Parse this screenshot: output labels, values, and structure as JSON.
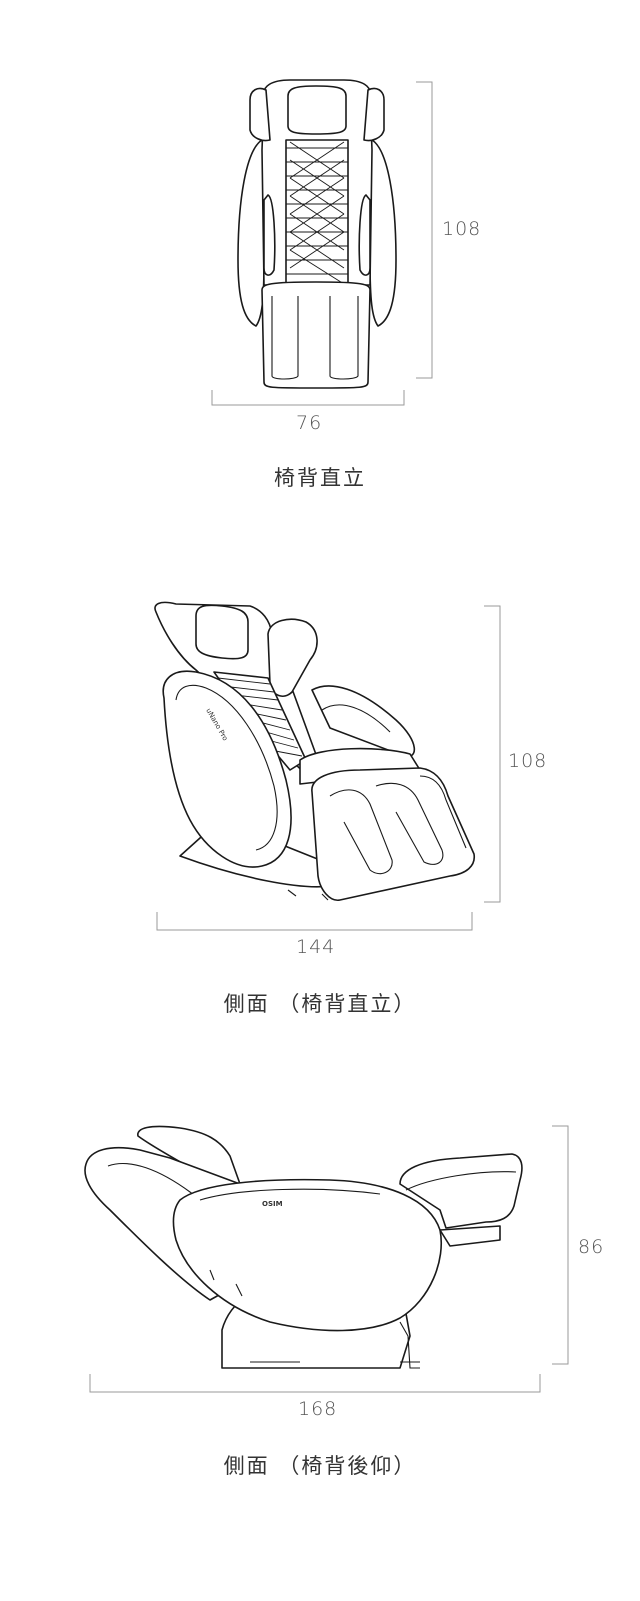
{
  "views": [
    {
      "id": "front",
      "width_label": "76",
      "height_label": "108",
      "caption": "椅背直立"
    },
    {
      "id": "side-upright",
      "width_label": "144",
      "height_label": "108",
      "caption": "側面 （椅背直立）",
      "brand": "uNano Pro"
    },
    {
      "id": "side-reclined",
      "width_label": "168",
      "height_label": "86",
      "caption": "側面 （椅背後仰）",
      "brand": "OSIM"
    }
  ]
}
